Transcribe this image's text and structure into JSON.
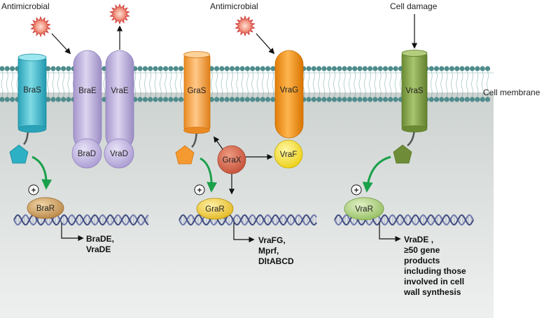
{
  "labels": {
    "antimicrobial_left": "Antimicrobial",
    "antimicrobial_mid": "Antimicrobial",
    "cell_damage": "Cell damage",
    "cell_membrane": "Cell membrane"
  },
  "proteins": {
    "bras": "BraS",
    "brae": "BraE",
    "vrae": "VraE",
    "brad": "BraD",
    "vrad": "VraD",
    "gras": "GraS",
    "vrag": "VraG",
    "vraf": "VraF",
    "grax": "GraX",
    "vras": "VraS",
    "brar": "BraR",
    "grar": "GraR",
    "vrar": "VraR"
  },
  "plus_sign": "+",
  "outputs": {
    "bra": [
      "BraDE,",
      "VraDE"
    ],
    "gra": [
      "VraFG,",
      "Mprf,",
      "DltABCD"
    ],
    "vra": [
      "VraDE ,",
      "≥50 gene",
      "products",
      "including those",
      "involved in cell",
      "wall synthesis"
    ]
  },
  "colors": {
    "membrane_head": "#4f8c8c",
    "cytoplasm": "#e1e5e4",
    "bras": "#35b7c9",
    "abc_transporter": "#b9addb",
    "gras": "#f39a36",
    "vrag": "#f08c12",
    "vraf": "#f6e32e",
    "grax": "#d25e44",
    "vras": "#7c9a41",
    "brar": "#c99a5a",
    "grar": "#eac335",
    "vrar": "#a7cb78",
    "activation_arrow": "#1aa04a",
    "antimicrobial_star": "#e8524a",
    "dna": "#6e78a8"
  }
}
